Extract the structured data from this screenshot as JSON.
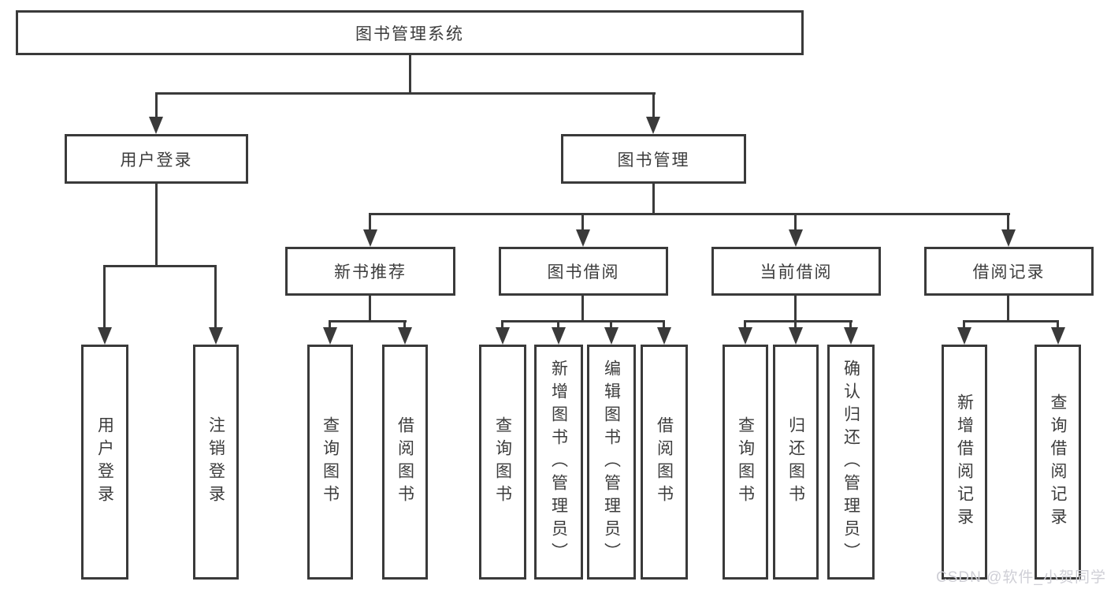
{
  "diagram": {
    "root": {
      "label": "图书管理系统"
    },
    "user_branch": {
      "label": "用户登录",
      "children": [
        "用户登录",
        "注销登录"
      ]
    },
    "book_branch": {
      "label": "图书管理",
      "groups": [
        {
          "label": "新书推荐",
          "children": [
            "查询图书",
            "借阅图书"
          ]
        },
        {
          "label": "图书借阅",
          "children": [
            "查询图书",
            "新增图书（管理员）",
            "编辑图书（管理员）",
            "借阅图书"
          ]
        },
        {
          "label": "当前借阅",
          "children": [
            "查询图书",
            "归还图书",
            "确认归还（管理员）"
          ]
        },
        {
          "label": "借阅记录",
          "children": [
            "新增借阅记录",
            "查询借阅记录"
          ]
        }
      ]
    }
  },
  "watermark": {
    "text": "CSDN @软件_小贺同学"
  },
  "colors": {
    "line": "#3a3a3a",
    "box_border": "#3a3a3a",
    "text": "#3c3c3c",
    "watermark": "#cfcfd6",
    "background": "#ffffff"
  }
}
